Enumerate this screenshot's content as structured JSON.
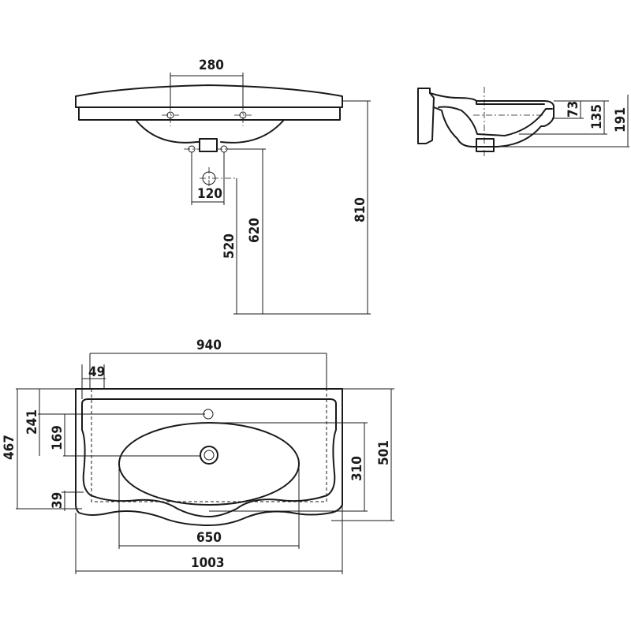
{
  "diagram": {
    "front_view": {
      "tap_hole_spacing": "280",
      "waste_spacing": "120",
      "waste_height": "520",
      "supply_height": "620",
      "overall_height": "810"
    },
    "side_view": {
      "dim_a": "73",
      "dim_b": "135",
      "dim_c": "191"
    },
    "top_view": {
      "inner_width": "940",
      "side_offset": "49",
      "tap_depth": "241",
      "bowl_center_depth": "169",
      "overall_depth_left": "467",
      "front_offset": "39",
      "bowl_depth": "310",
      "overall_depth_right": "501",
      "bowl_width": "650",
      "overall_width": "1003"
    }
  }
}
